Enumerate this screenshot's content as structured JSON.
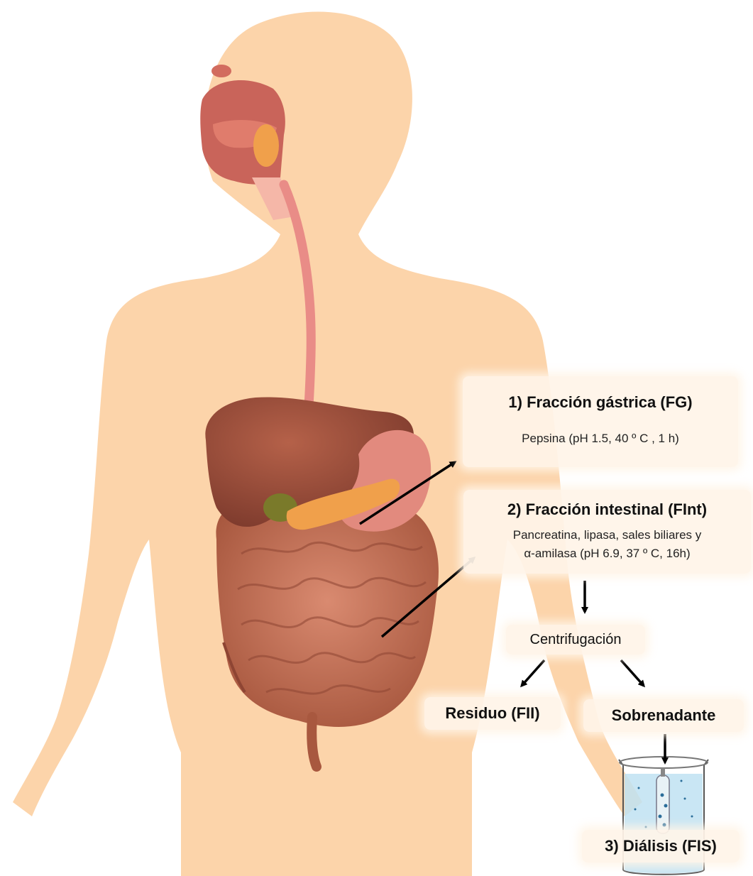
{
  "steps": {
    "gastric": {
      "title": "1) Fracción gástrica (FG)",
      "conditions": "Pepsina (pH 1.5, 40 º C , 1 h)"
    },
    "intestinal": {
      "title": "2) Fracción intestinal (FInt)",
      "conditions_line1": "Pancreatina, lipasa, sales biliares y",
      "conditions_line2": "α-amilasa (pH 6.9, 37 º C, 16h)"
    },
    "centrifugation": "Centrifugación",
    "residue": "Residuo (FII)",
    "supernatant": "Sobrenadante",
    "dialysis": "3) Diálisis (FIS)"
  },
  "colors": {
    "skin": "#fcd4aa",
    "organ": "#c4735c",
    "liver": "#9c4d3c",
    "esophagus": "#e98c87",
    "pancreas": "#f0a04b",
    "arrow": "#000000",
    "water": "#bfe2f2"
  }
}
